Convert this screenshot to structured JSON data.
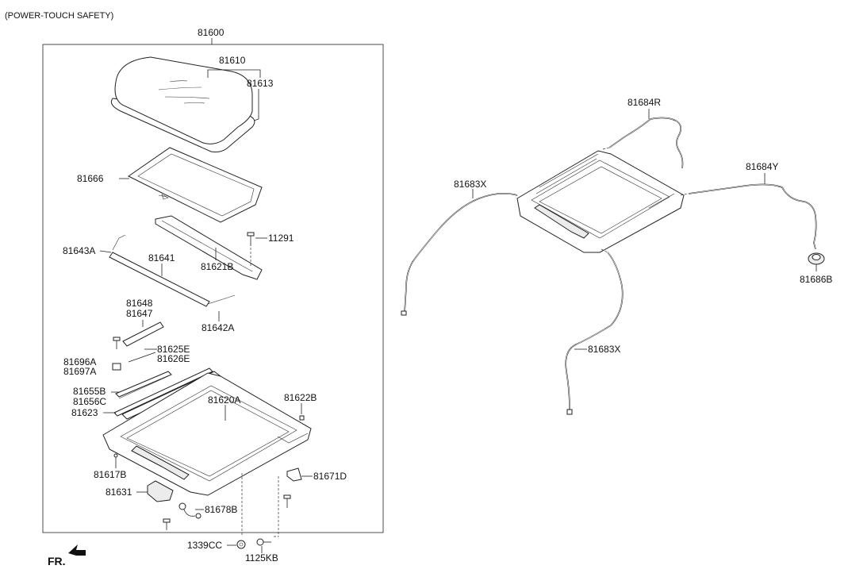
{
  "title": "(POWER-TOUCH SAFETY)",
  "direction": "FR.",
  "labels": {
    "l81600": "81600",
    "l81610": "81610",
    "l81613": "81613",
    "l81666": "81666",
    "l11291": "11291",
    "l81643A": "81643A",
    "l81641": "81641",
    "l81621B": "81621B",
    "l81648": "81648",
    "l81647": "81647",
    "l81642A": "81642A",
    "l81625E": "81625E",
    "l81626E": "81626E",
    "l81696A": "81696A",
    "l81697A": "81697A",
    "l81655B": "81655B",
    "l81656C": "81656C",
    "l81623": "81623",
    "l81620A": "81620A",
    "l81622B": "81622B",
    "l81617B": "81617B",
    "l81671D": "81671D",
    "l81631": "81631",
    "l81678B": "81678B",
    "l1339CC": "1339CC",
    "l1125KB": "1125KB",
    "l81684R": "81684R",
    "l81683X_top": "81683X",
    "l81684Y": "81684Y",
    "l81686B": "81686B",
    "l81683X_bottom": "81683X"
  }
}
